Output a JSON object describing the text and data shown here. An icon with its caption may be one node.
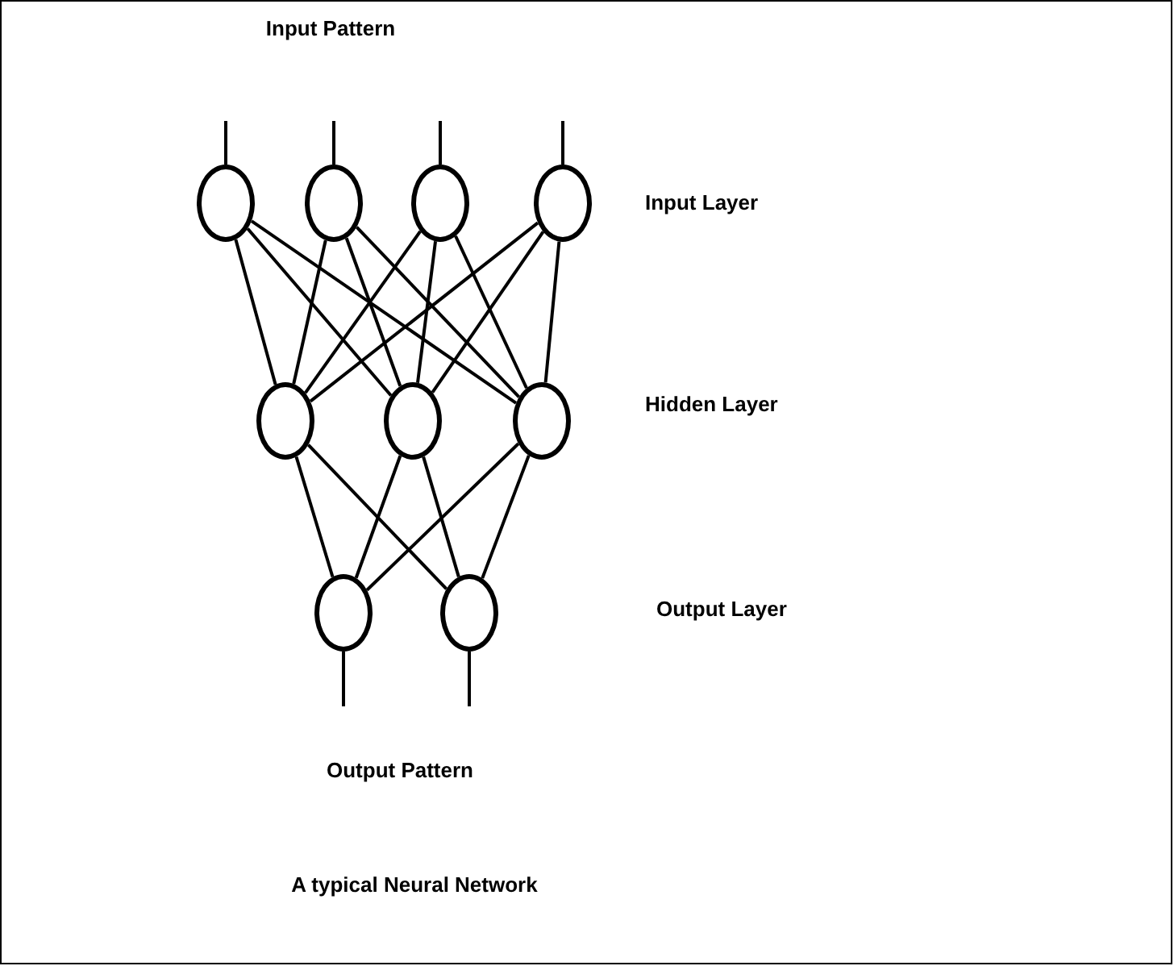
{
  "diagram": {
    "caption": "A typical Neural Network",
    "nodes": [
      {
        "text": [],
        "shape": "circle"
      },
      {
        "text": [],
        "shape": "circle"
      },
      {
        "text": [],
        "shape": "circle"
      },
      {
        "text": [],
        "shape": "circle"
      },
      {
        "text": [],
        "shape": "circle"
      },
      {
        "text": [],
        "shape": "circle"
      },
      {
        "text": [],
        "shape": "circle"
      },
      {
        "text": [],
        "shape": "circle"
      },
      {
        "text": [],
        "shape": "circle"
      }
    ],
    "edges": [
      {
        "from": null,
        "to": 0,
        "arrow": "none"
      },
      {
        "from": null,
        "to": 1,
        "arrow": "none"
      },
      {
        "from": null,
        "to": 2,
        "arrow": "none"
      },
      {
        "from": null,
        "to": 3,
        "arrow": "none"
      },
      {
        "from": 0,
        "to": 4,
        "arrow": "none"
      },
      {
        "from": 0,
        "to": 5,
        "arrow": "none"
      },
      {
        "from": 0,
        "to": 6,
        "arrow": "none"
      },
      {
        "from": 1,
        "to": 4,
        "arrow": "none"
      },
      {
        "from": 1,
        "to": 5,
        "arrow": "none"
      },
      {
        "from": 1,
        "to": 6,
        "arrow": "none"
      },
      {
        "from": 2,
        "to": 4,
        "arrow": "none"
      },
      {
        "from": 2,
        "to": 5,
        "arrow": "none"
      },
      {
        "from": 2,
        "to": 6,
        "arrow": "none"
      },
      {
        "from": 3,
        "to": 4,
        "arrow": "none"
      },
      {
        "from": 3,
        "to": 5,
        "arrow": "none"
      },
      {
        "from": 3,
        "to": 6,
        "arrow": "none"
      },
      {
        "from": 4,
        "to": 7,
        "arrow": "none"
      },
      {
        "from": 4,
        "to": 8,
        "arrow": "none"
      },
      {
        "from": 5,
        "to": 7,
        "arrow": "none"
      },
      {
        "from": 5,
        "to": 8,
        "arrow": "none"
      },
      {
        "from": 6,
        "to": 7,
        "arrow": "none"
      },
      {
        "from": 6,
        "to": 8,
        "arrow": "none"
      },
      {
        "from": 7,
        "to": null,
        "arrow": "none"
      },
      {
        "from": 8,
        "to": null,
        "arrow": "none"
      }
    ],
    "labels": [
      "Input Pattern",
      "Input Layer",
      "Hidden Layer",
      "Output Layer",
      "Output Pattern"
    ]
  }
}
